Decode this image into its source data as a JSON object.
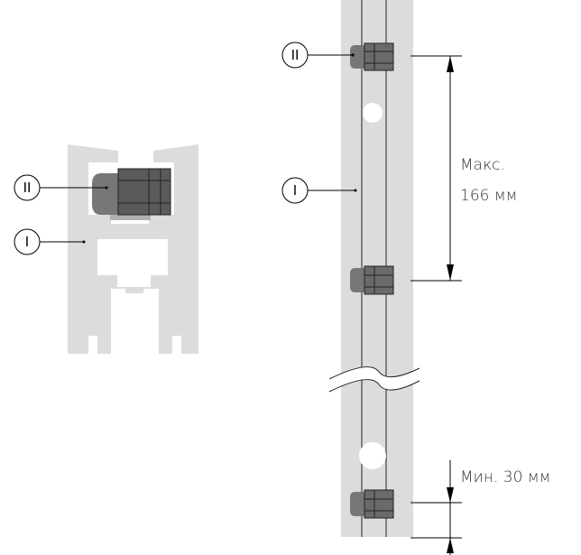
{
  "labels": {
    "part_one": "I",
    "part_two": "II"
  },
  "dimensions": {
    "max_line1": "Макс.",
    "max_line2": "166 мм",
    "min": "Мин. 30 мм"
  },
  "colors": {
    "rail": "#dcdcdc",
    "rail_edge": "#b5b5b5",
    "clip_body": "#6f6f6f",
    "clip_dark": "#4a4a4a",
    "line": "#000000"
  }
}
